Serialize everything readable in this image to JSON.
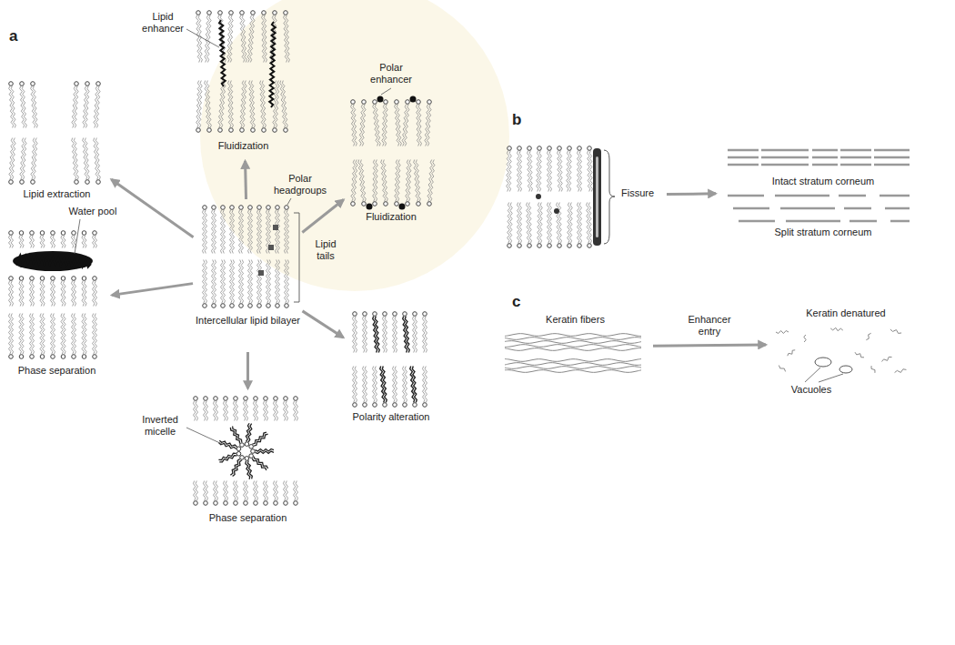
{
  "diagram": {
    "nodes": [
      {
        "text": [
          "Intercellular lipid bilayer"
        ]
      },
      {
        "text": [
          "Lipid extraction"
        ]
      },
      {
        "text": [
          "Fluidization"
        ]
      },
      {
        "text": [
          "Fluidization"
        ]
      },
      {
        "text": [
          "Polarity alteration"
        ]
      },
      {
        "text": [
          "Phase separation"
        ]
      },
      {
        "text": [
          "Phase separation"
        ]
      },
      {
        "text": [
          "Fissure"
        ]
      },
      {
        "text": [
          "Intact stratum corneum",
          "Split stratum corneum"
        ]
      },
      {
        "text": [
          "Keratin fibers"
        ]
      },
      {
        "text": [
          "Keratin denatured"
        ]
      }
    ],
    "edges": [
      {
        "from": 0,
        "to": 1,
        "arrow": "to"
      },
      {
        "from": 0,
        "to": 2,
        "arrow": "to"
      },
      {
        "from": 0,
        "to": 3,
        "arrow": "to"
      },
      {
        "from": 0,
        "to": 4,
        "arrow": "to"
      },
      {
        "from": 0,
        "to": 5,
        "arrow": "to"
      },
      {
        "from": 0,
        "to": 6,
        "arrow": "to"
      },
      {
        "from": 7,
        "to": 8,
        "arrow": "to"
      },
      {
        "from": 9,
        "to": 10,
        "label": "Enhancer entry",
        "arrow": "to"
      }
    ],
    "labels": [
      "a",
      "Lipid enhancer",
      "Polar enhancer",
      "Polar headgroups",
      "Lipid tails",
      "Water pool",
      "Inverted micelle",
      "b",
      "c",
      "Vacuoles"
    ]
  }
}
